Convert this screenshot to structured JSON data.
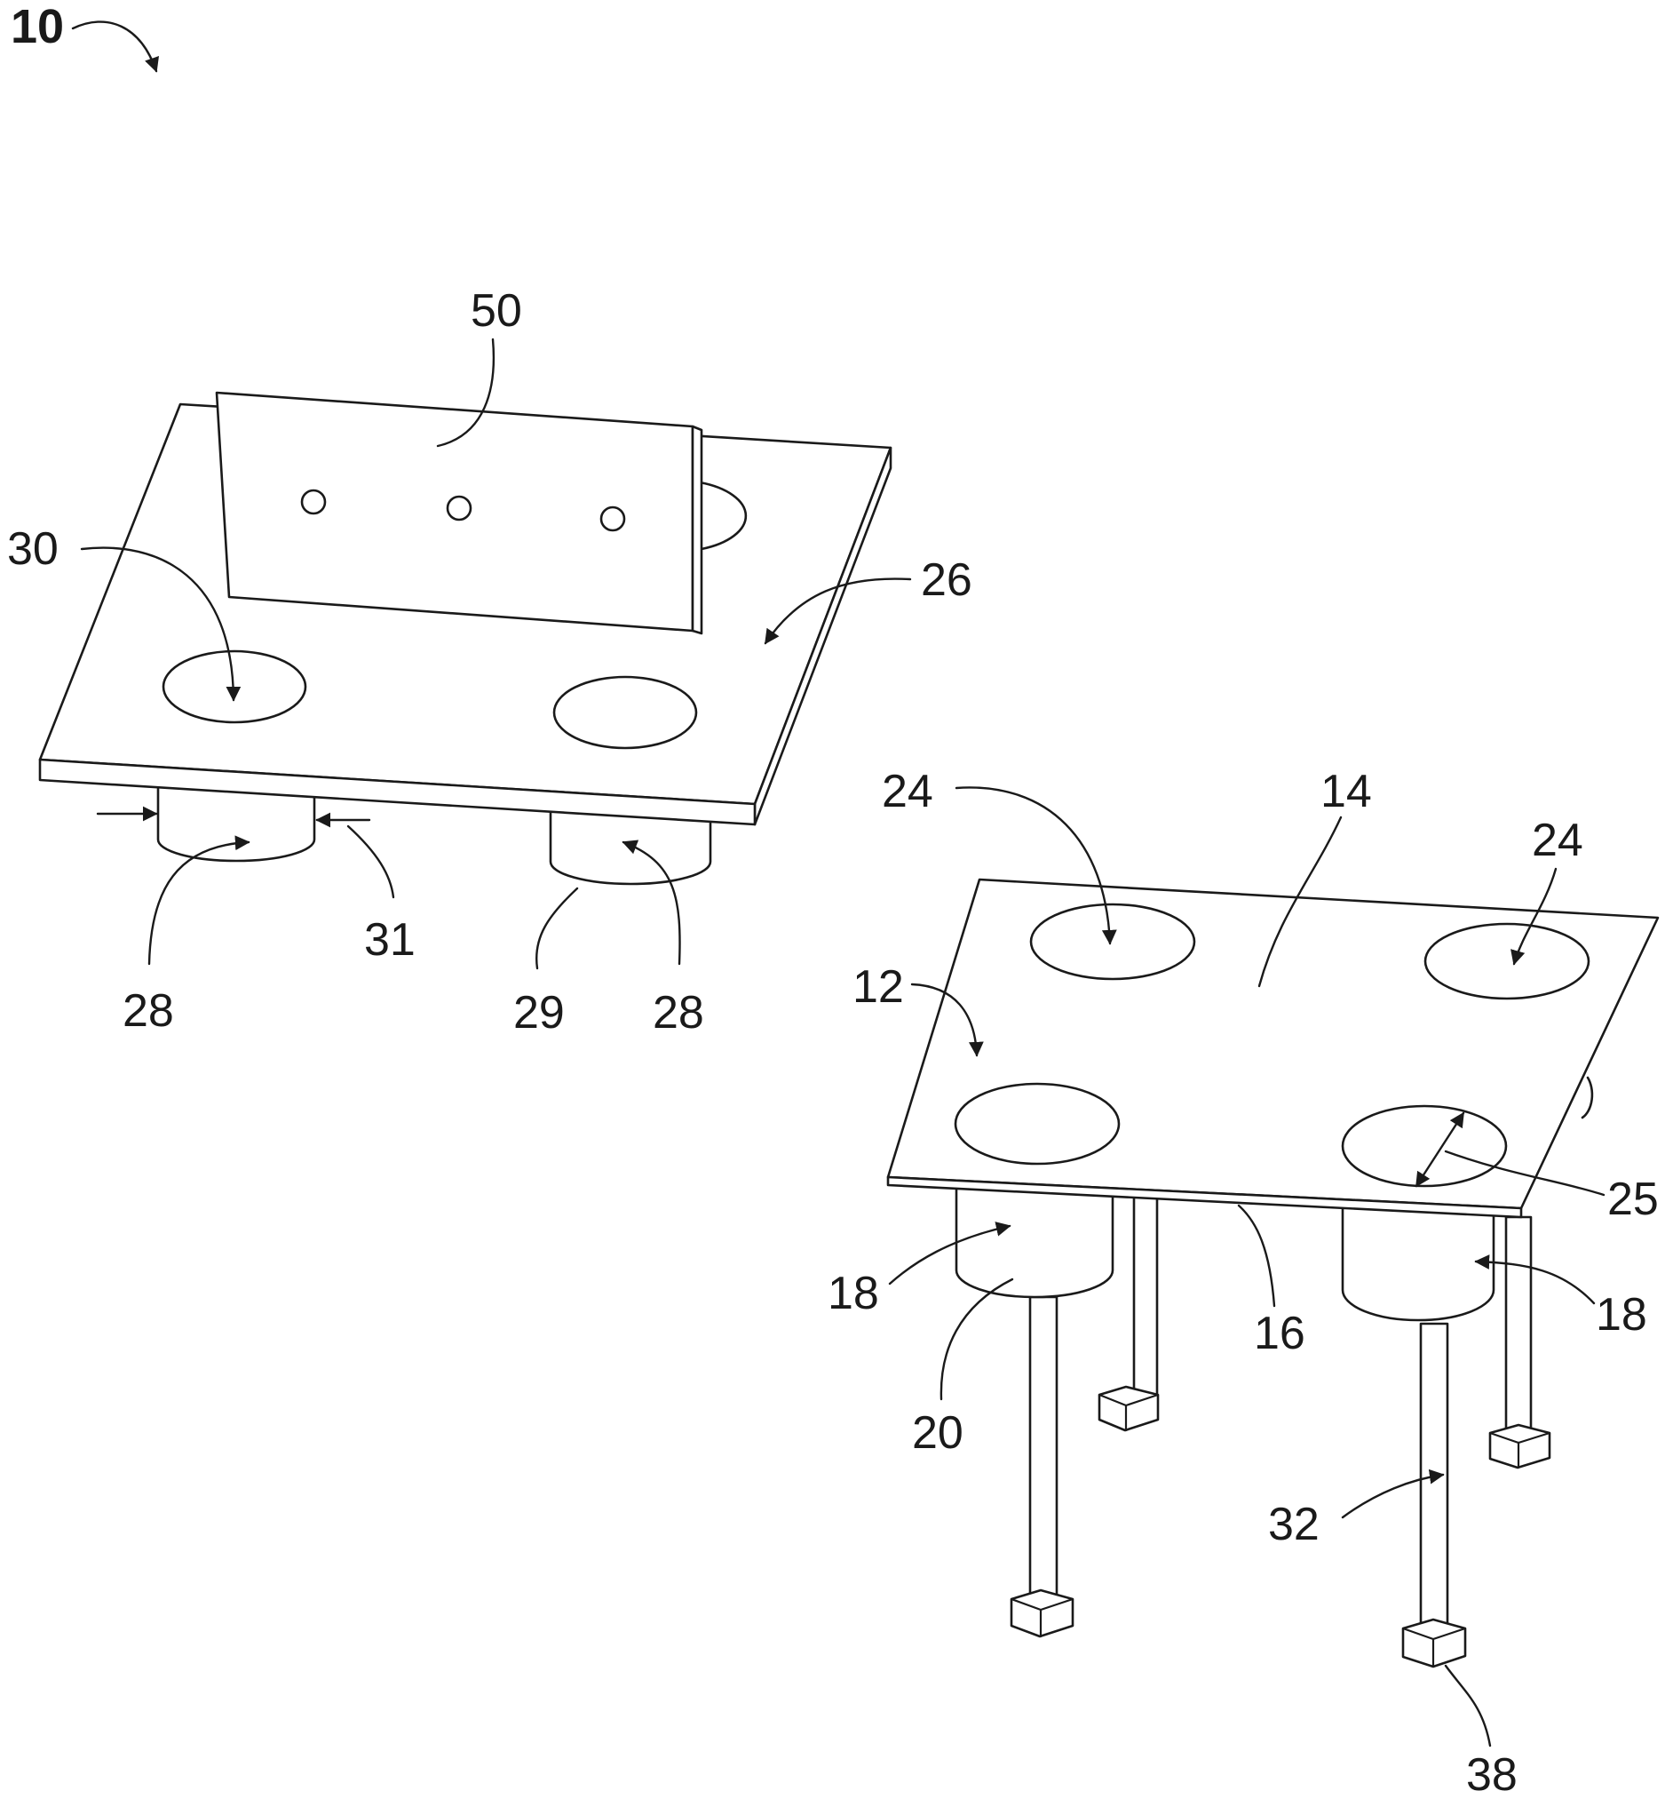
{
  "figure": {
    "title_ref": "10",
    "refs": {
      "r50": "50",
      "r30": "30",
      "r26": "26",
      "r24a": "24",
      "r24b": "24",
      "r14": "14",
      "r12": "12",
      "r28a": "28",
      "r31": "31",
      "r29": "29",
      "r28b": "28",
      "r25": "25",
      "r18a": "18",
      "r16": "16",
      "r18b": "18",
      "r20": "20",
      "r32": "32",
      "r38": "38"
    }
  },
  "colors": {
    "line": "#1a1a1a",
    "background": "#ffffff"
  }
}
